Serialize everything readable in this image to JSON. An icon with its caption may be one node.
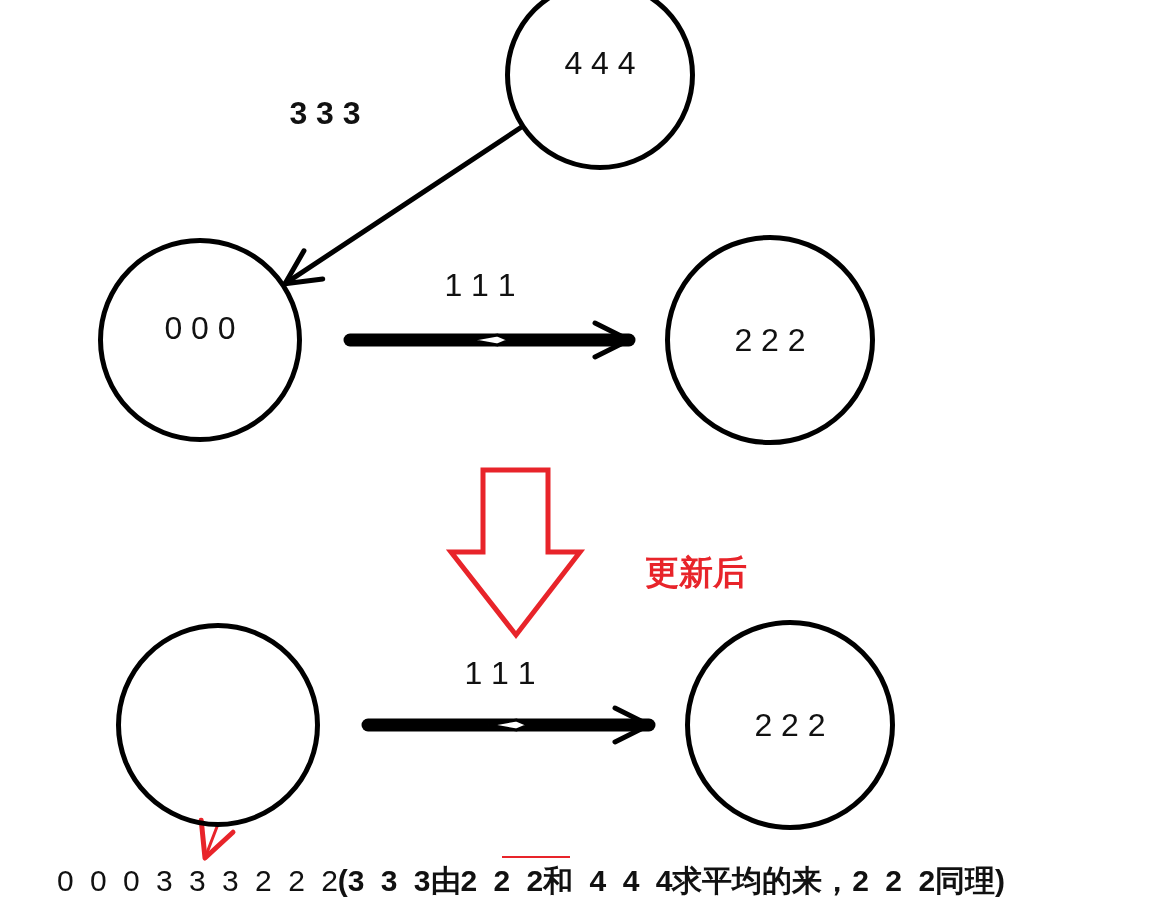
{
  "diagram": {
    "nodes": [
      {
        "text": [
          "4 4 4"
        ]
      },
      {
        "text": [
          "0 0 0"
        ]
      },
      {
        "text": [
          "2 2 2"
        ]
      },
      {
        "text": [],
        "shape": "circle"
      },
      {
        "text": [
          "2 2 2"
        ]
      },
      {
        "text": [
          "0 0 0 3 3 3 2 2 2**(3 3 3由2 2 2和 4 4 4求平均的来，2 2 2同理)**"
        ]
      }
    ],
    "edges": [
      {
        "from": 0,
        "to": 1,
        "arrow": "to",
        "label": "3 3 3"
      },
      {
        "from": 1,
        "to": 2,
        "arrow": "to",
        "label": "1 1 1",
        "style": "thick"
      },
      {
        "from": 3,
        "to": 4,
        "arrow": "to",
        "label": "1 1 1",
        "style": "thick"
      },
      {
        "from": 3,
        "to": 5,
        "arrow": "to",
        "color": "#e8242a"
      }
    ],
    "labels": [
      "更新后"
    ]
  }
}
